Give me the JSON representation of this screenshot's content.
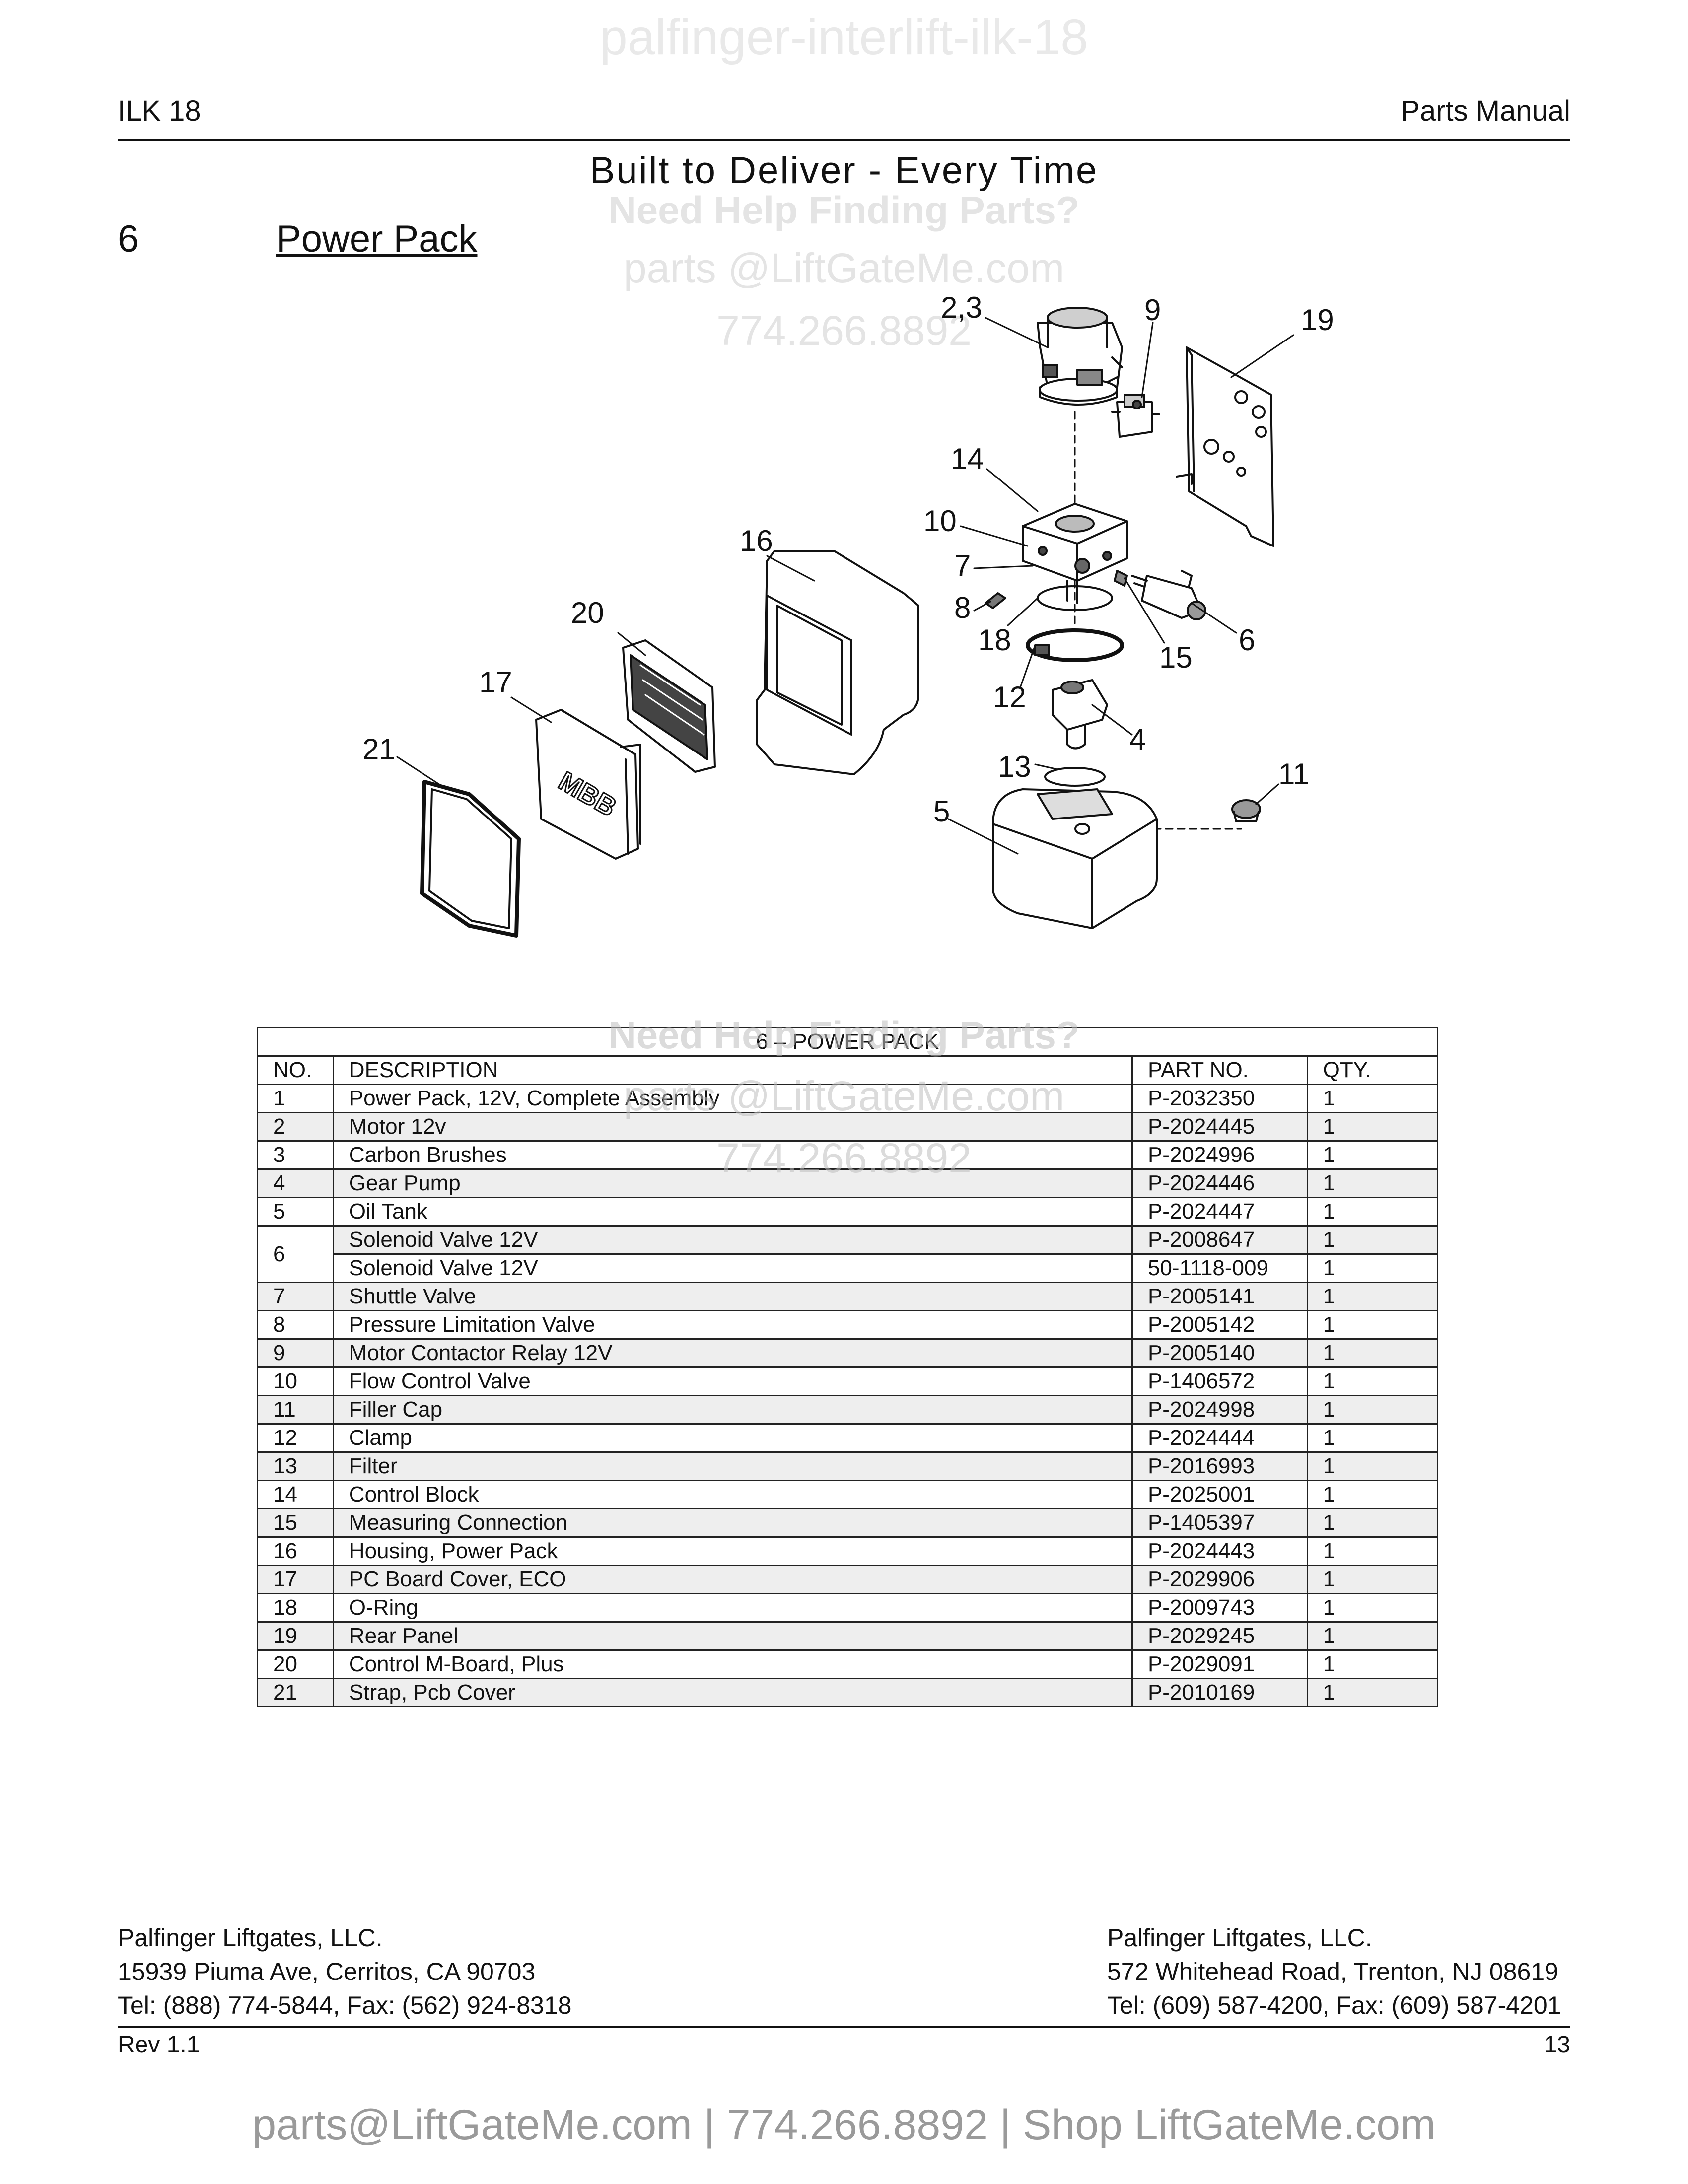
{
  "watermark_top": "palfinger-interlift-ilk-18",
  "header": {
    "left": "ILK 18",
    "right": "Parts Manual"
  },
  "tagline": "Built to Deliver - Every Time",
  "watermark_mid": {
    "help": "Need Help Finding Parts?",
    "email": "parts @LiftGateMe.com",
    "phone": "774.266.8892"
  },
  "section": {
    "number": "6",
    "title": "Power Pack"
  },
  "diagram": {
    "callouts": [
      "2,3",
      "9",
      "19",
      "14",
      "10",
      "16",
      "7",
      "8",
      "18",
      "15",
      "6",
      "20",
      "17",
      "12",
      "4",
      "21",
      "13",
      "11",
      "5"
    ],
    "brand_mark": "MBB"
  },
  "table": {
    "caption": "6 – POWER PACK",
    "headers": [
      "NO.",
      "DESCRIPTION",
      "PART NO.",
      "QTY."
    ],
    "rows": [
      {
        "no": "1",
        "desc": "Power Pack, 12V, Complete Assembly",
        "part": "P-2032350",
        "qty": "1"
      },
      {
        "no": "2",
        "desc": "Motor 12v",
        "part": "P-2024445",
        "qty": "1"
      },
      {
        "no": "3",
        "desc": "Carbon Brushes",
        "part": "P-2024996",
        "qty": "1"
      },
      {
        "no": "4",
        "desc": "Gear Pump",
        "part": "P-2024446",
        "qty": "1"
      },
      {
        "no": "5",
        "desc": "Oil Tank",
        "part": "P-2024447",
        "qty": "1"
      },
      {
        "no": "6",
        "desc": "Solenoid Valve 12V",
        "part": "P-2008647",
        "qty": "1"
      },
      {
        "no": "",
        "desc": "Solenoid Valve 12V",
        "part": "50-1118-009",
        "qty": "1"
      },
      {
        "no": "7",
        "desc": "Shuttle Valve",
        "part": "P-2005141",
        "qty": "1"
      },
      {
        "no": "8",
        "desc": "Pressure Limitation Valve",
        "part": "P-2005142",
        "qty": "1"
      },
      {
        "no": "9",
        "desc": "Motor Contactor Relay 12V",
        "part": "P-2005140",
        "qty": "1"
      },
      {
        "no": "10",
        "desc": "Flow Control Valve",
        "part": "P-1406572",
        "qty": "1"
      },
      {
        "no": "11",
        "desc": "Filler Cap",
        "part": "P-2024998",
        "qty": "1"
      },
      {
        "no": "12",
        "desc": "Clamp",
        "part": "P-2024444",
        "qty": "1"
      },
      {
        "no": "13",
        "desc": "Filter",
        "part": "P-2016993",
        "qty": "1"
      },
      {
        "no": "14",
        "desc": "Control Block",
        "part": "P-2025001",
        "qty": "1"
      },
      {
        "no": "15",
        "desc": "Measuring Connection",
        "part": "P-1405397",
        "qty": "1"
      },
      {
        "no": "16",
        "desc": "Housing, Power Pack",
        "part": "P-2024443",
        "qty": "1"
      },
      {
        "no": "17",
        "desc": "PC Board Cover, ECO",
        "part": "P-2029906",
        "qty": "1"
      },
      {
        "no": "18",
        "desc": "O-Ring",
        "part": "P-2009743",
        "qty": "1"
      },
      {
        "no": "19",
        "desc": "Rear Panel",
        "part": "P-2029245",
        "qty": "1"
      },
      {
        "no": "20",
        "desc": "Control M-Board, Plus",
        "part": "P-2029091",
        "qty": "1"
      },
      {
        "no": "21",
        "desc": "Strap, Pcb Cover",
        "part": "P-2010169",
        "qty": "1"
      }
    ]
  },
  "footer": {
    "left": [
      "Palfinger Liftgates, LLC.",
      "15939 Piuma Ave, Cerritos, CA 90703",
      "Tel: (888) 774-5844, Fax: (562) 924-8318"
    ],
    "right": [
      "Palfinger Liftgates, LLC.",
      "572 Whitehead Road, Trenton, NJ 08619",
      "Tel: (609) 587-4200, Fax: (609) 587-4201"
    ],
    "revision": "Rev 1.1",
    "page": "13"
  },
  "watermark_bottom": "parts@LiftGateMe.com | 774.266.8892 | Shop LiftGateMe.com"
}
